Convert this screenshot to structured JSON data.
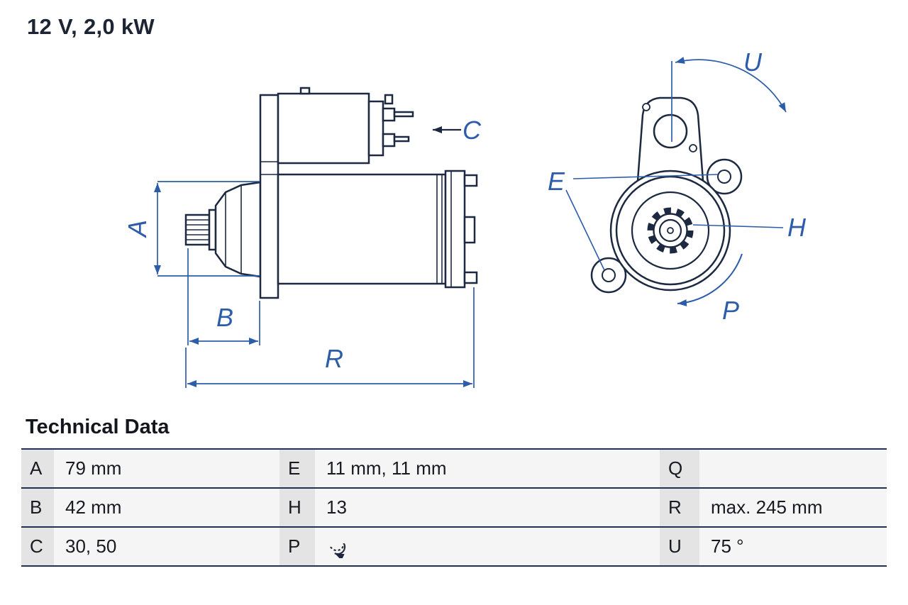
{
  "title": "12 V, 2,0 kW",
  "diagram": {
    "colors": {
      "outline": "#1c2940",
      "dimension": "#2d5da9"
    },
    "labels": {
      "A": "A",
      "B": "B",
      "C": "C",
      "R": "R",
      "U": "U",
      "E": "E",
      "H": "H",
      "P": "P"
    }
  },
  "table": {
    "heading": "Technical Data",
    "rows": [
      {
        "c1key": "A",
        "c1val": "79 mm",
        "c2key": "E",
        "c2val": "11 mm, 11 mm",
        "c3key": "Q",
        "c3val": ""
      },
      {
        "c1key": "B",
        "c1val": "42 mm",
        "c2key": "H",
        "c2val": "13",
        "c3key": "R",
        "c3val": "max. 245 mm"
      },
      {
        "c1key": "C",
        "c1val": "30, 50",
        "c2key": "P",
        "c2val": "",
        "c2icon": "clockwise-rotation-icon",
        "c3key": "U",
        "c3val": "75 °"
      }
    ]
  }
}
